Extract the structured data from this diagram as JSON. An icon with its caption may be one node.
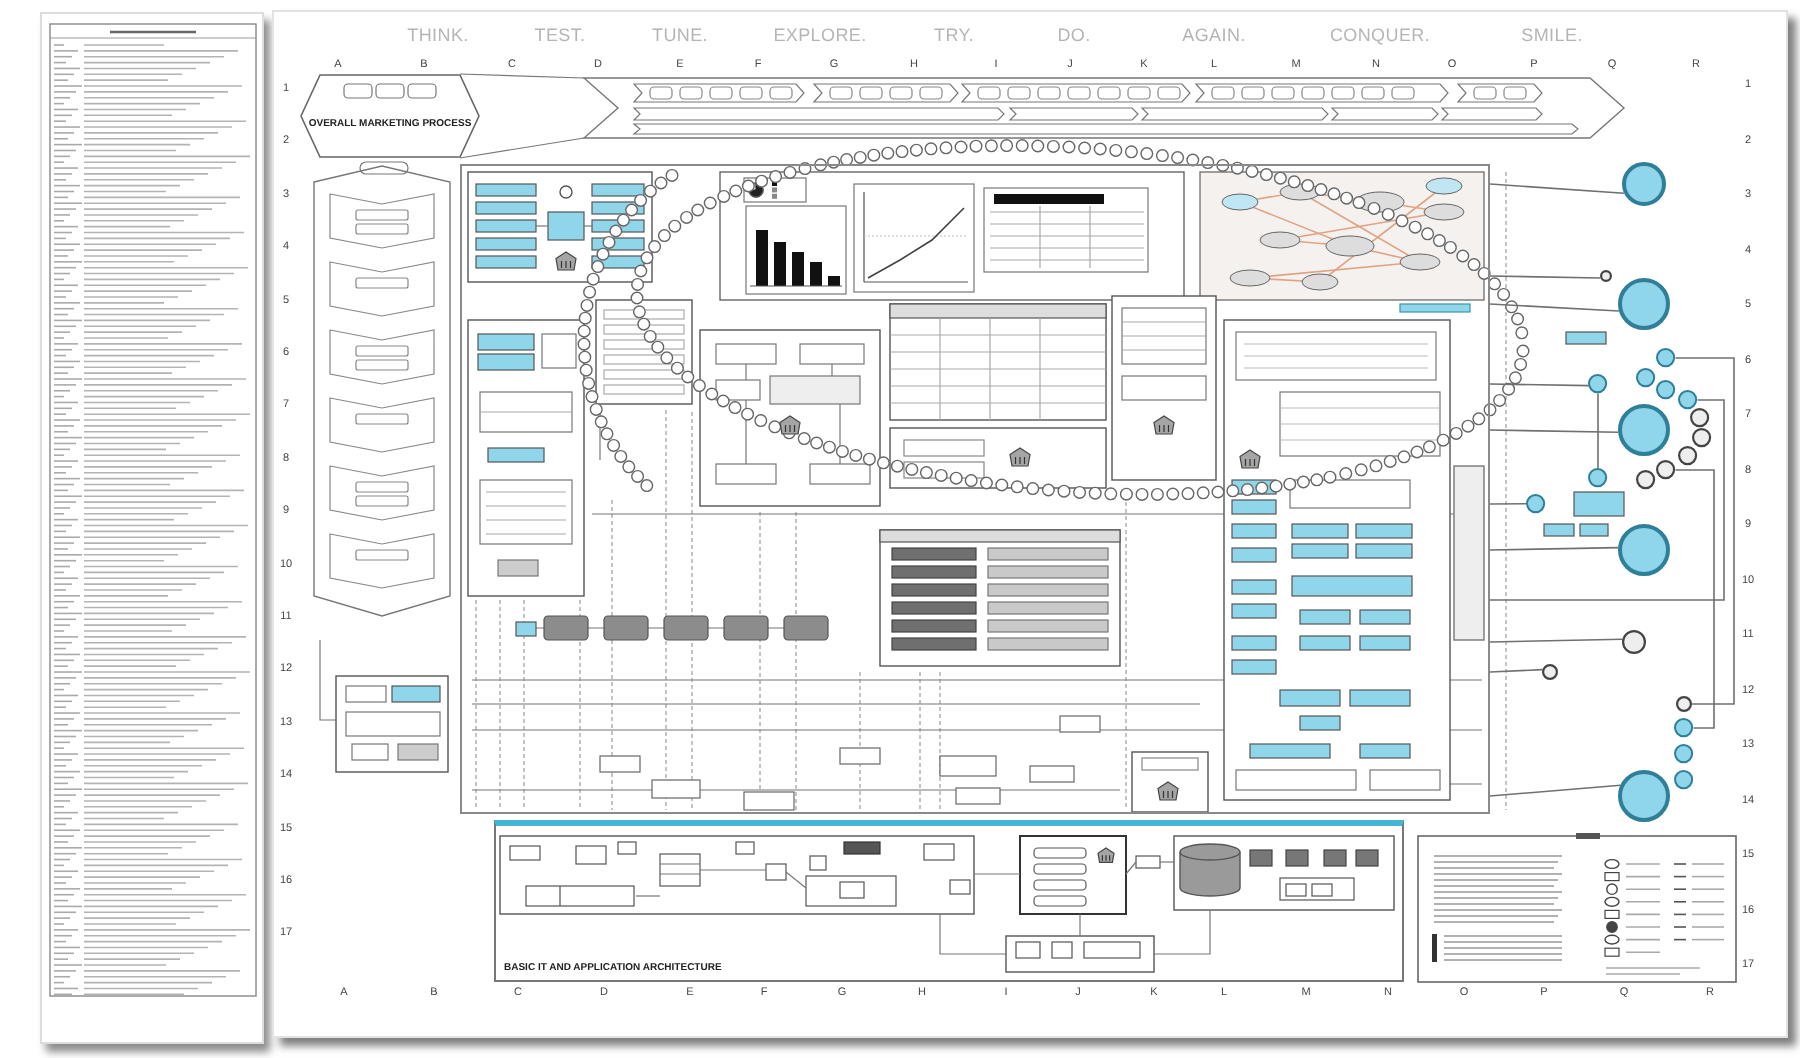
{
  "diagram": {
    "nodes": [
      {
        "text": [
          "OVERALL MARKETING PROCESS"
        ]
      },
      {
        "text": [],
        "shape": "box"
      },
      {
        "text": [],
        "shape": "circle"
      },
      {
        "text": [],
        "shape": "circle"
      },
      {
        "text": [],
        "shape": "circle"
      },
      {
        "text": [],
        "shape": "circle"
      },
      {
        "text": [],
        "shape": "circle"
      },
      {
        "text": [],
        "shape": "circle"
      },
      {
        "text": [],
        "shape": "circle"
      },
      {
        "text": [],
        "shape": "circle"
      },
      {
        "text": [],
        "shape": "circle"
      },
      {
        "text": [],
        "shape": "circle"
      },
      {
        "text": [],
        "shape": "circle"
      },
      {
        "text": [],
        "shape": "circle"
      },
      {
        "text": [],
        "shape": "circle"
      },
      {
        "text": [],
        "shape": "circle"
      },
      {
        "text": [],
        "shape": "circle"
      },
      {
        "text": [],
        "shape": "circle"
      },
      {
        "text": [],
        "shape": "circle"
      },
      {
        "text": [],
        "shape": "circle"
      },
      {
        "text": [],
        "shape": "circle"
      },
      {
        "text": [],
        "shape": "circle"
      },
      {
        "text": [],
        "shape": "circle"
      },
      {
        "text": [],
        "shape": "circle"
      },
      {
        "text": [],
        "shape": "circle"
      },
      {
        "text": [],
        "shape": "circle"
      },
      {
        "text": [
          "BASIC IT AND APPLICATION ARCHITECTURE"
        ]
      }
    ],
    "edges": [
      {
        "from": 1,
        "to": 2,
        "arrow": "none"
      },
      {
        "from": 1,
        "to": 3,
        "arrow": "none"
      },
      {
        "from": 1,
        "to": 4,
        "arrow": "none"
      },
      {
        "from": 1,
        "to": 7,
        "arrow": "none"
      },
      {
        "from": 7,
        "to": 15,
        "arrow": "none"
      },
      {
        "from": 1,
        "to": 11,
        "arrow": "none"
      },
      {
        "from": 1,
        "to": 17,
        "arrow": "none"
      },
      {
        "from": 1,
        "to": 18,
        "arrow": "none"
      },
      {
        "from": 5,
        "to": 21,
        "arrow": "none"
      },
      {
        "from": 9,
        "to": 1,
        "arrow": "none"
      },
      {
        "from": 22,
        "to": 14,
        "arrow": "none"
      },
      {
        "from": 1,
        "to": 19,
        "arrow": "none"
      },
      {
        "from": 1,
        "to": 20,
        "arrow": "none"
      },
      {
        "from": 1,
        "to": 25,
        "arrow": "none"
      }
    ],
    "labels": [
      "THINK.",
      "TEST.",
      "TUNE.",
      "EXPLORE.",
      "TRY.",
      "DO.",
      "AGAIN.",
      "CONQUER.",
      "SMILE.",
      "A",
      "B",
      "C",
      "D",
      "E",
      "F",
      "G",
      "H",
      "I",
      "J",
      "K",
      "L",
      "M",
      "N",
      "O",
      "P",
      "Q",
      "R",
      "1",
      "2",
      "3",
      "4",
      "5",
      "6",
      "7",
      "8",
      "9",
      "10",
      "11",
      "12",
      "13",
      "14",
      "15",
      "16",
      "17",
      "1",
      "2",
      "3",
      "4",
      "5",
      "6",
      "7",
      "8",
      "9",
      "10",
      "11",
      "12",
      "13",
      "14",
      "15",
      "16",
      "17",
      "A",
      "B",
      "C",
      "D",
      "E",
      "F",
      "G",
      "H",
      "I",
      "J",
      "K",
      "L",
      "M",
      "N",
      "O",
      "P",
      "Q",
      "R"
    ]
  }
}
